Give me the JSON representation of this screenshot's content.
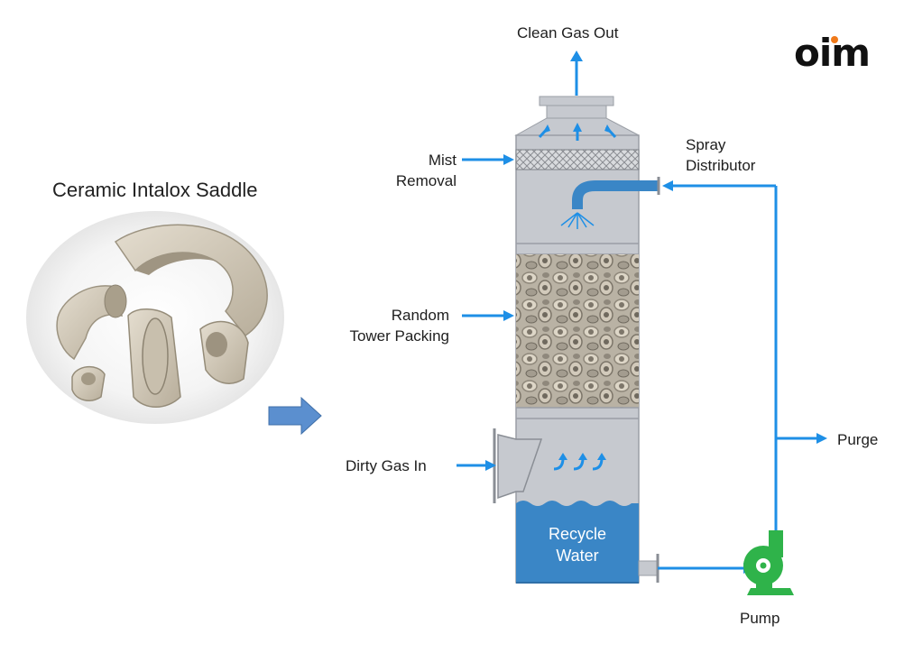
{
  "logo": {
    "text": "oim"
  },
  "photo": {
    "title": "Ceramic Intalox Saddle"
  },
  "labels": {
    "clean_gas_out": "Clean Gas Out",
    "mist_removal_1": "Mist",
    "mist_removal_2": "Removal",
    "spray_distributor_1": "Spray",
    "spray_distributor_2": "Distributor",
    "random_packing_1": "Random",
    "random_packing_2": "Tower Packing",
    "dirty_gas_in": "Dirty Gas In",
    "purge": "Purge",
    "recycle_water_1": "Recycle",
    "recycle_water_2": "Water",
    "pump": "Pump"
  },
  "colors": {
    "flow_blue": "#1e8fe6",
    "tower_gray": "#c6c9cf",
    "water_blue": "#3a86c6",
    "pump_green": "#2fb34a",
    "logo_accent": "#f07a1a",
    "block_arrow": "#5b8fcf"
  }
}
